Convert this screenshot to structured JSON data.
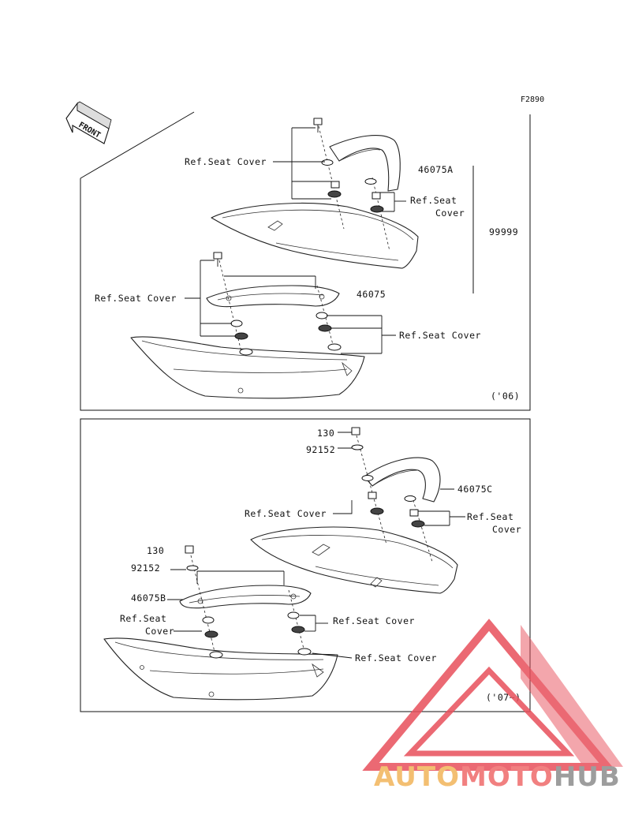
{
  "diagram": {
    "figure_code": "F2890",
    "front_arrow": "FRONT",
    "panel_top": {
      "labels": {
        "ref_seat_cover_upper": "Ref.Seat Cover",
        "part_46075A": "46075A",
        "ref_seat_cover_right_1": "Ref.Seat",
        "ref_seat_cover_right_2": "Cover",
        "part_99999": "99999",
        "ref_seat_cover_left": "Ref.Seat Cover",
        "part_46075": "46075",
        "ref_seat_cover_lower": "Ref.Seat Cover",
        "year": "('06)"
      }
    },
    "panel_bottom": {
      "labels": {
        "part_130_top": "130",
        "part_92152_top": "92152",
        "part_46075C": "46075C",
        "ref_seat_cover_mid": "Ref.Seat Cover",
        "ref_seat_cover_right_1": "Ref.Seat",
        "ref_seat_cover_right_2": "Cover",
        "part_130_left": "130",
        "part_92152_left": "92152",
        "part_46075B": "46075B",
        "ref_seat_cover_left_1": "Ref.Seat",
        "ref_seat_cover_left_2": "Cover",
        "ref_seat_cover_center": "Ref.Seat Cover",
        "ref_seat_cover_bottom": "Ref.Seat Cover",
        "year": "('07~)"
      }
    }
  },
  "watermark": {
    "brand_part1": "AUTO",
    "brand_part2": "MOTO",
    "brand_part3": "HUB",
    "colors": {
      "triangle": "#e8505b",
      "auto": "#f2b45a",
      "moto": "#ef6a6a",
      "hub": "#8c8c8c"
    }
  }
}
